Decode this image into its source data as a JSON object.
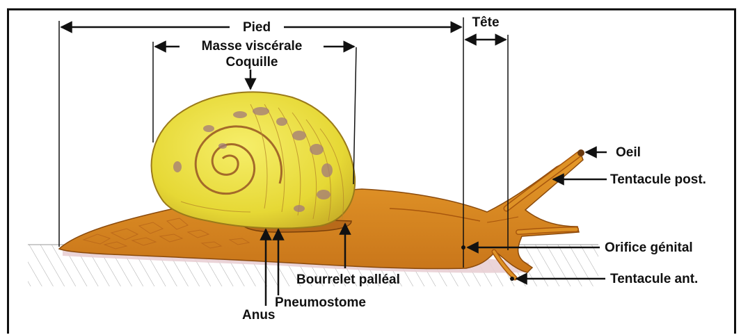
{
  "labels": {
    "pied": "Pied",
    "tete": "Tête",
    "masse_viscerale": "Masse viscérale",
    "coquille": "Coquille",
    "oeil": "Oeil",
    "tentacule_post": "Tentacule post.",
    "orifice_genital": "Orifice génital",
    "tentacule_ant": "Tentacule ant.",
    "bourrelet_palleal": "Bourrelet palléal",
    "pneumostome": "Pneumostome",
    "anus": "Anus"
  },
  "colors": {
    "body": "#d98a1c",
    "body_dark": "#a8560d",
    "shell": "#e8dc3a",
    "shell_spiral": "#a46a2a",
    "shell_spot": "#a27a7a",
    "ground_shadow": "#e9cfd4",
    "line": "#111111"
  }
}
